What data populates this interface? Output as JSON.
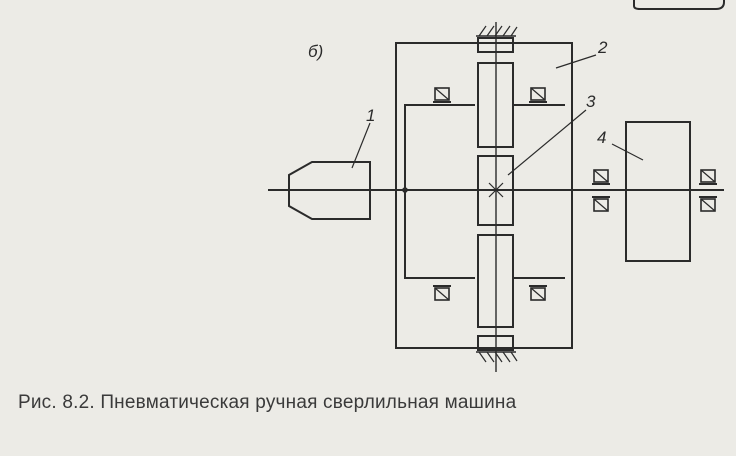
{
  "figure": {
    "subfigure_label": "б)",
    "callouts": [
      "1",
      "2",
      "3",
      "4"
    ],
    "caption": "Рис. 8.2. Пневматическая ручная сверлильная машина"
  }
}
